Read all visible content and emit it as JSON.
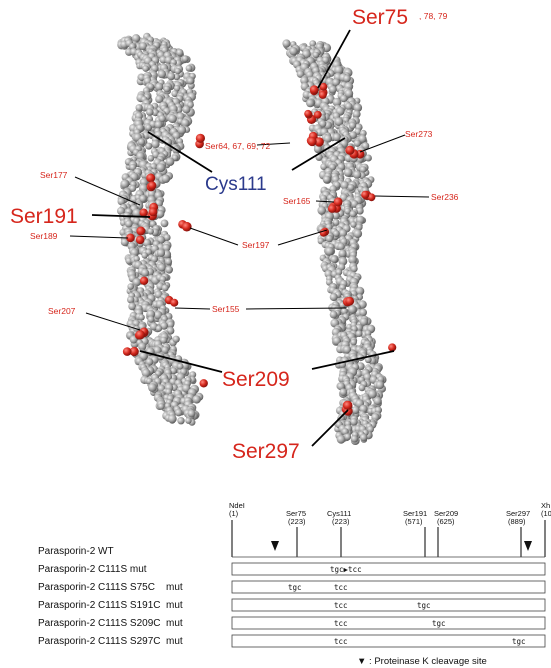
{
  "structure": {
    "labels": {
      "ser75": "Ser75",
      "ser75_extra": ", 78, 79",
      "ser64": "Ser64, 67, 69, 72",
      "cys111": "Cys111",
      "ser273": "Ser273",
      "ser165": "Ser165",
      "ser236": "Ser236",
      "ser177": "Ser177",
      "ser191": "Ser191",
      "ser189": "Ser189",
      "ser197": "Ser197",
      "ser155": "Ser155",
      "ser207": "Ser207",
      "ser209": "Ser209",
      "ser297": "Ser297"
    },
    "colors": {
      "atom": "#9a9a9a",
      "serine": "#c4241b",
      "cysteine_label": "#2b3a8c",
      "serine_label": "#d6261c"
    }
  },
  "construct_map": {
    "sites": [
      {
        "name": "NdeI",
        "pos": "(1)"
      },
      {
        "name": "Ser75",
        "pos": "(223)"
      },
      {
        "name": "Cys111",
        "pos": "(223)"
      },
      {
        "name": "Ser191",
        "pos": "(571)"
      },
      {
        "name": "Ser209",
        "pos": "(625)"
      },
      {
        "name": "Ser297",
        "pos": "(889)"
      },
      {
        "name": "Xh",
        "pos": "(10"
      }
    ],
    "rows": [
      {
        "label": "Parasporin-2 WT",
        "codons": []
      },
      {
        "label": "Parasporin-2 C111S mut",
        "codons": [
          "tgc▶tcc"
        ]
      },
      {
        "label": "Parasporin-2 C111S S75C    mut",
        "codons": [
          "tgc",
          "tcc"
        ]
      },
      {
        "label": "Parasporin-2 C111S S191C  mut",
        "codons": [
          "tcc",
          "tgc"
        ]
      },
      {
        "label": "Parasporin-2 C111S S209C  mut",
        "codons": [
          "tcc",
          "tgc"
        ]
      },
      {
        "label": "Parasporin-2 C111S S297C  mut",
        "codons": [
          "tcc",
          "tgc"
        ]
      }
    ],
    "legend": "▼ : Proteinase K cleavage site"
  }
}
